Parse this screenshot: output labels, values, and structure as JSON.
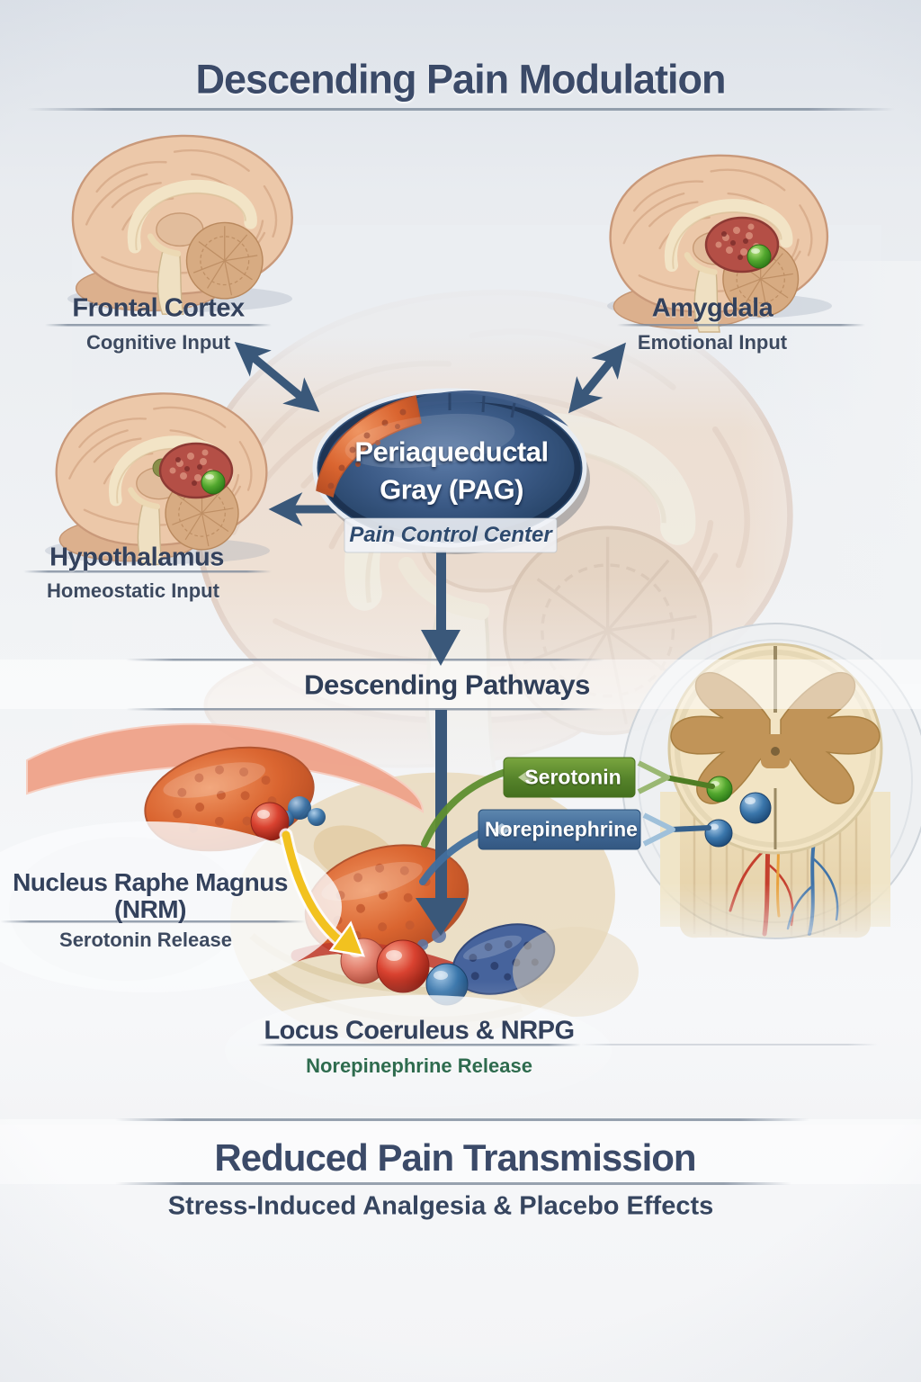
{
  "title": "Descending Pain Modulation",
  "brain_inputs": {
    "frontal_cortex": {
      "name": "Frontal Cortex",
      "input_type": "Cognitive Input"
    },
    "amygdala": {
      "name": "Amygdala",
      "input_type": "Emotional Input"
    },
    "hypothalamus": {
      "name": "Hypothalamus",
      "input_type": "Homeostatic Input"
    }
  },
  "pag": {
    "name_line1": "Periaqueductal",
    "name_line2": "Gray (PAG)",
    "subtitle": "Pain Control Center"
  },
  "pathway_label": "Descending Pathways",
  "brainstem_nuclei": {
    "nrm": {
      "name_line1": "Nucleus Raphe Magnus",
      "name_line2": "(NRM)",
      "release": "Serotonin Release"
    },
    "locus_coeruleus": {
      "name": "Locus Coeruleus & NRPG",
      "release": "Norepinephrine Release"
    }
  },
  "neurotransmitters": {
    "serotonin": {
      "label": "Serotonin",
      "color": "#55822a"
    },
    "norepinephrine": {
      "label": "Norepinephrine",
      "color": "#3f6795"
    }
  },
  "outcome": {
    "title": "Reduced Pain Transmission",
    "subtitle": "Stress-Induced Analgesia & Placebo Effects"
  },
  "colors": {
    "title_text": "#3b4a68",
    "label_text": "#33415c",
    "arrow": "#3a587a",
    "pag_fill": "#2e4b74",
    "yellow_arrow": "#f2c21f",
    "release_text_green": "#2e6b4e",
    "background": "#edf0f3"
  }
}
